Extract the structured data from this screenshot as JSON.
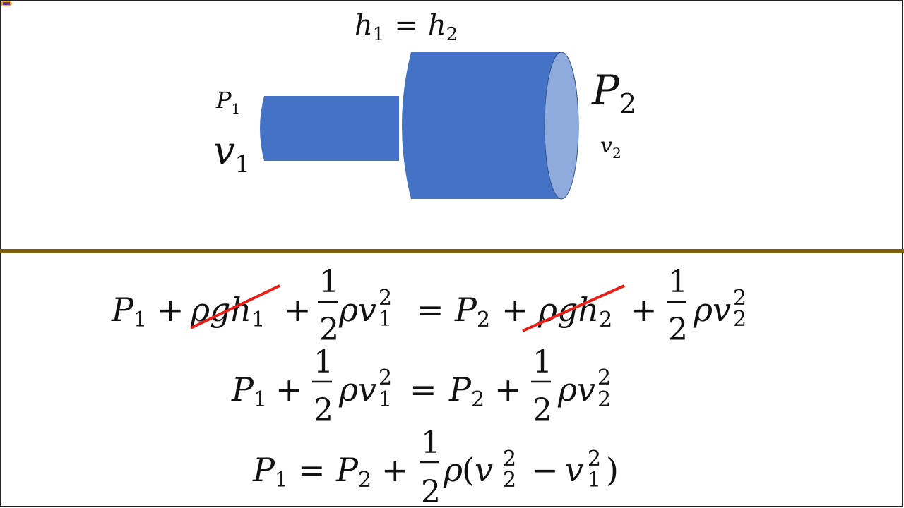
{
  "pipe_diagram": {
    "height_equation": {
      "h1": "h",
      "h1_sub": "1",
      "eq": "=",
      "h2": "h",
      "h2_sub": "2"
    },
    "p1": {
      "sym": "P",
      "sub": "1"
    },
    "v1": {
      "sym": "v",
      "sub": "1"
    },
    "p2": {
      "sym": "P",
      "sub": "2"
    },
    "v2": {
      "sym": "v",
      "sub": "2"
    },
    "colors": {
      "pipe": "#4472c4",
      "pipe_end": "#8faadc",
      "divider": "#7a5f12",
      "cancel_line": "#e8201a"
    }
  },
  "equations": {
    "line1": {
      "P": "P",
      "one": "1",
      "two": "2",
      "plus": "+",
      "equals": "=",
      "rho": "ρ",
      "g": "g",
      "h": "h",
      "v": "v",
      "sq": "2",
      "half_num": "1",
      "half_den": "2"
    },
    "line2": {
      "P": "P",
      "one": "1",
      "two": "2",
      "plus": "+",
      "equals": "=",
      "rho": "ρ",
      "v": "v",
      "sq": "2",
      "half_num": "1",
      "half_den": "2"
    },
    "line3": {
      "P": "P",
      "one": "1",
      "two": "2",
      "plus": "+",
      "equals": "=",
      "minus": "−",
      "rho": "ρ",
      "v": "v",
      "sq": "2",
      "half_num": "1",
      "half_den": "2",
      "lparen": "(",
      "rparen": ")"
    }
  }
}
